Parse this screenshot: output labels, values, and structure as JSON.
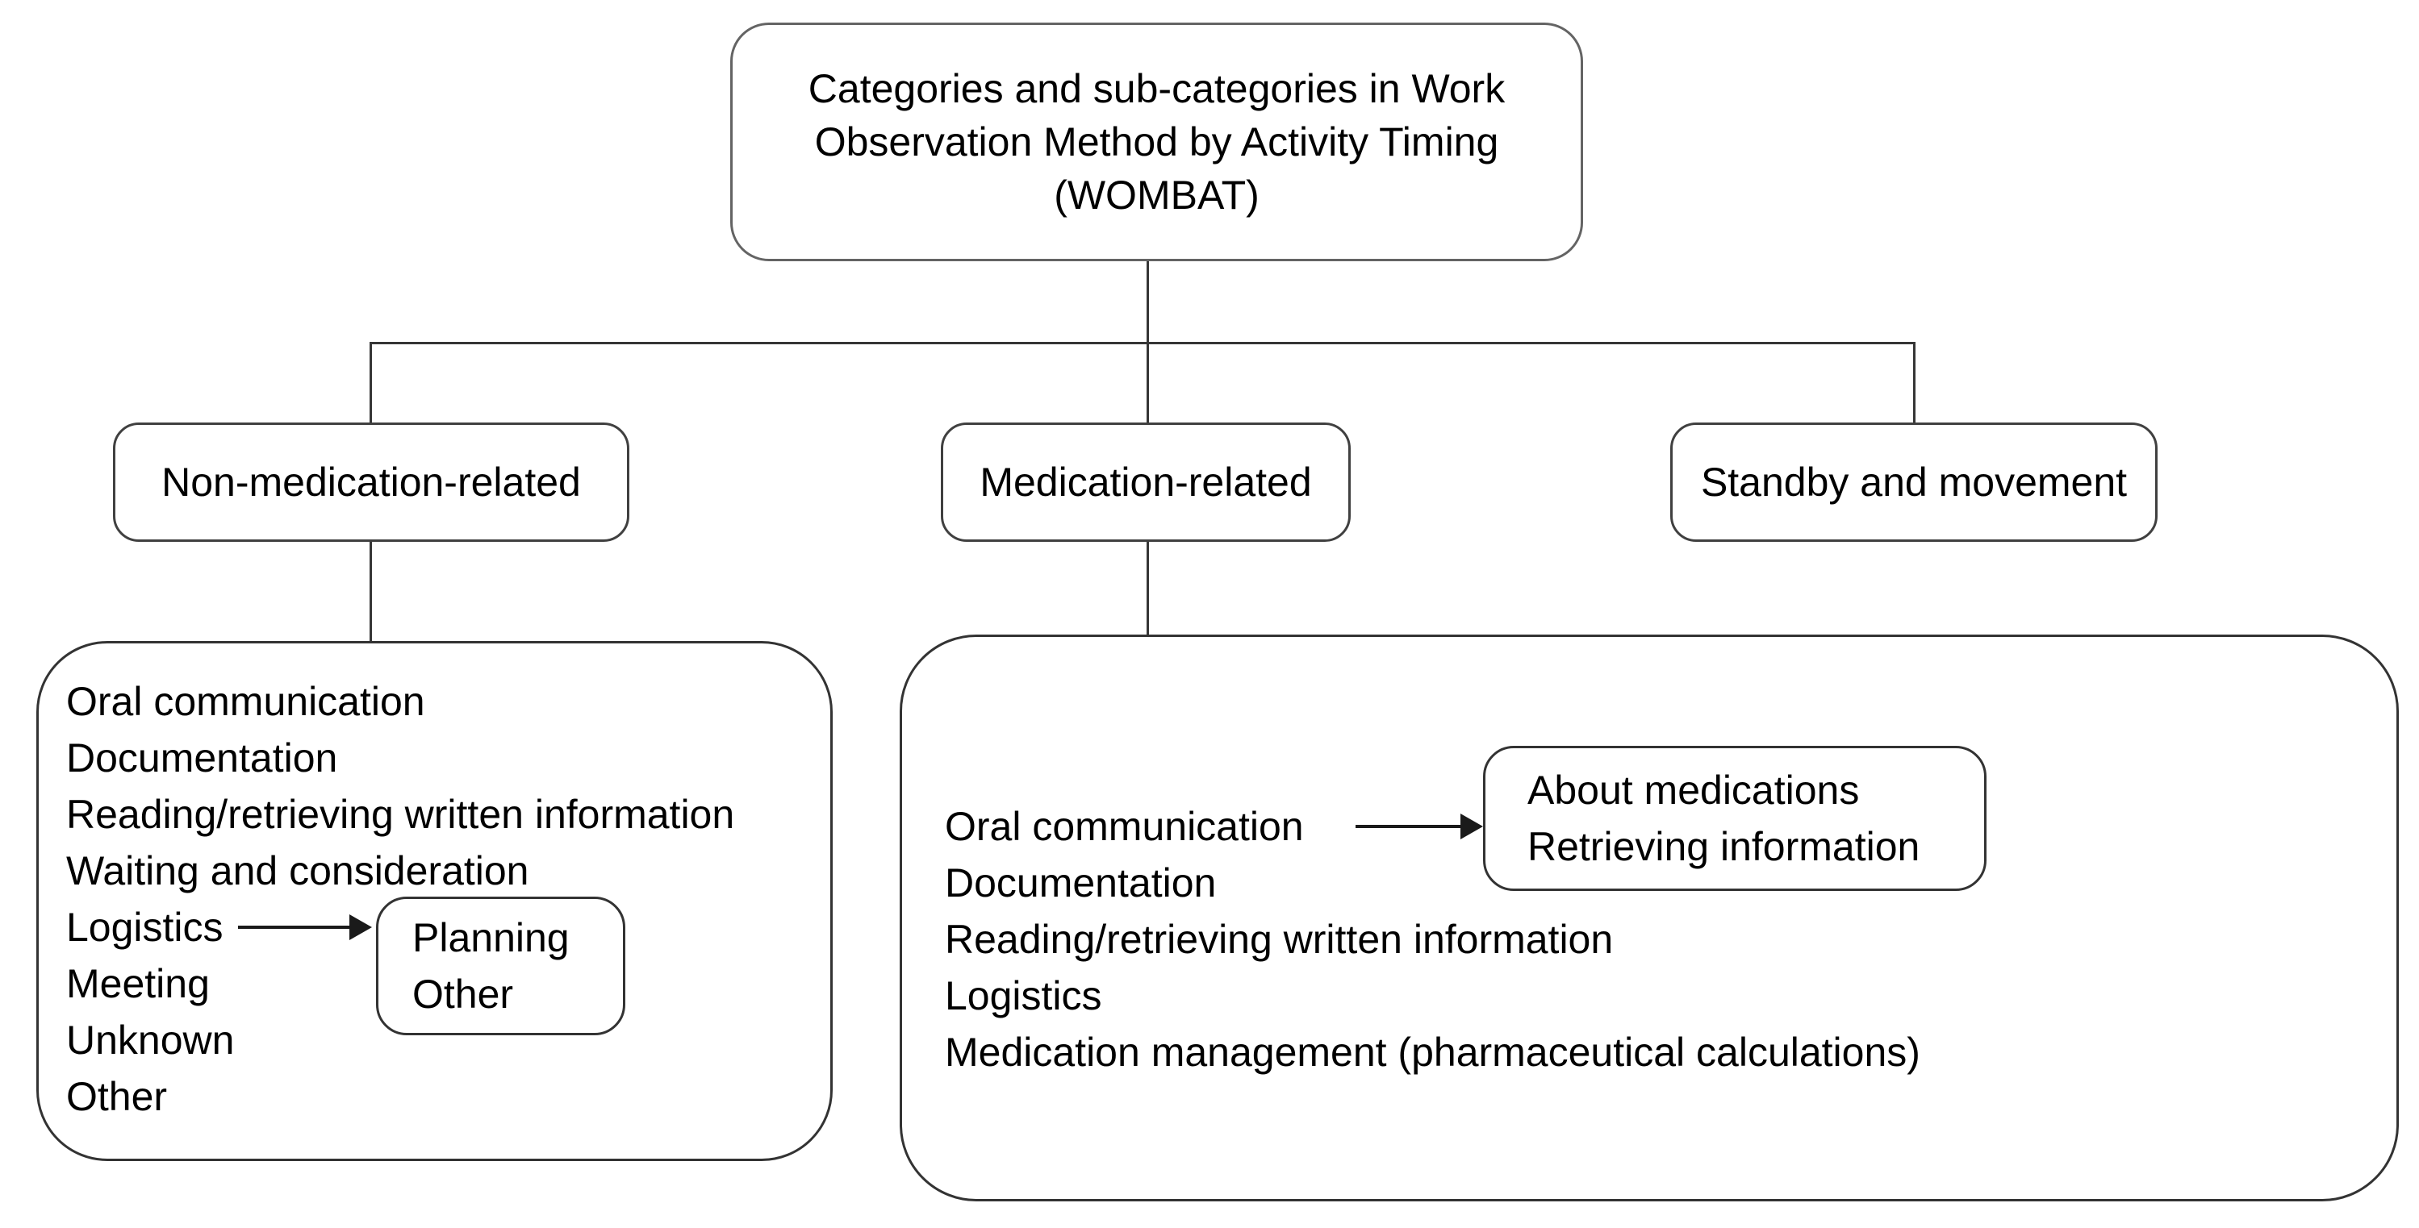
{
  "root": {
    "label": "Categories and sub-categories in Work Observation Method by Activity Timing (WOMBAT)"
  },
  "categories": [
    {
      "label": "Non-medication-related"
    },
    {
      "label": "Medication-related"
    },
    {
      "label": "Standby and movement"
    }
  ],
  "panels": {
    "non_medication": {
      "items": [
        "Oral communication",
        "Documentation",
        "Reading/retrieving written information",
        "Waiting and consideration",
        "Logistics",
        "Meeting",
        "Unknown",
        "Other"
      ],
      "logistics_subcategories": [
        "Planning",
        "Other"
      ]
    },
    "medication": {
      "items": [
        "Oral communication",
        "Documentation",
        "Reading/retrieving written information",
        "Logistics",
        "Medication management (pharmaceutical calculations)"
      ],
      "oral_communication_subcategories": [
        "About medications",
        "Retrieving information"
      ]
    }
  },
  "colors": {
    "background": "#ffffff",
    "text": "#000000",
    "box_border": "#404040",
    "connector": "#363636"
  }
}
